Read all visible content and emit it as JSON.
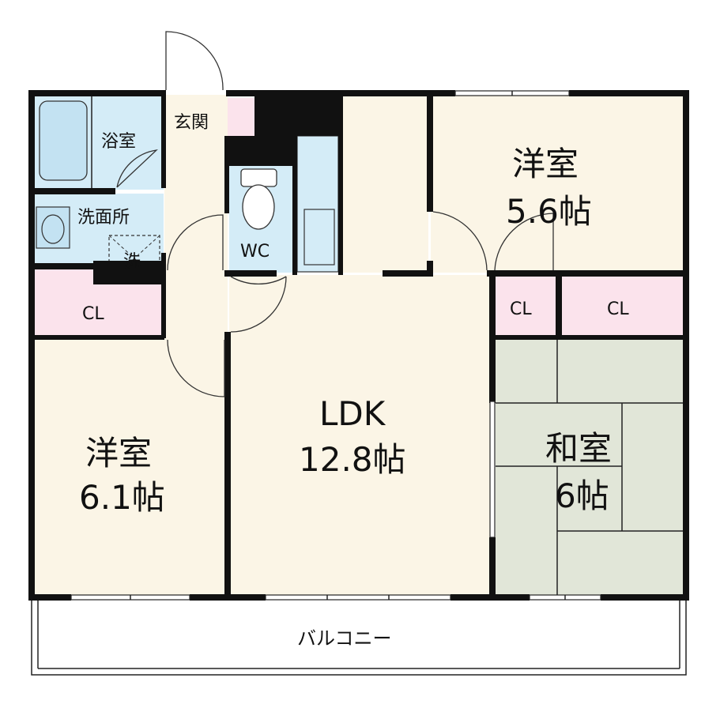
{
  "rooms": {
    "bath": "浴室",
    "entrance": "玄関",
    "washroom": "洗面所",
    "washer": "洗",
    "wc": "WC",
    "closet_left": "CL",
    "closet_mid": "CL",
    "closet_right": "CL",
    "western_top_name": "洋室",
    "western_top_size": "5.6帖",
    "western_left_name": "洋室",
    "western_left_size": "6.1帖",
    "ldk_name": "LDK",
    "ldk_size": "12.8帖",
    "japanese_name": "和室",
    "japanese_size": "6帖",
    "balcony": "バルコニー"
  },
  "colors": {
    "western_room": "#fbf5e6",
    "wet_area": "#d4ecf7",
    "closet": "#fbe3ec",
    "tatami": "#e1e6d8",
    "wall": "#111111"
  }
}
